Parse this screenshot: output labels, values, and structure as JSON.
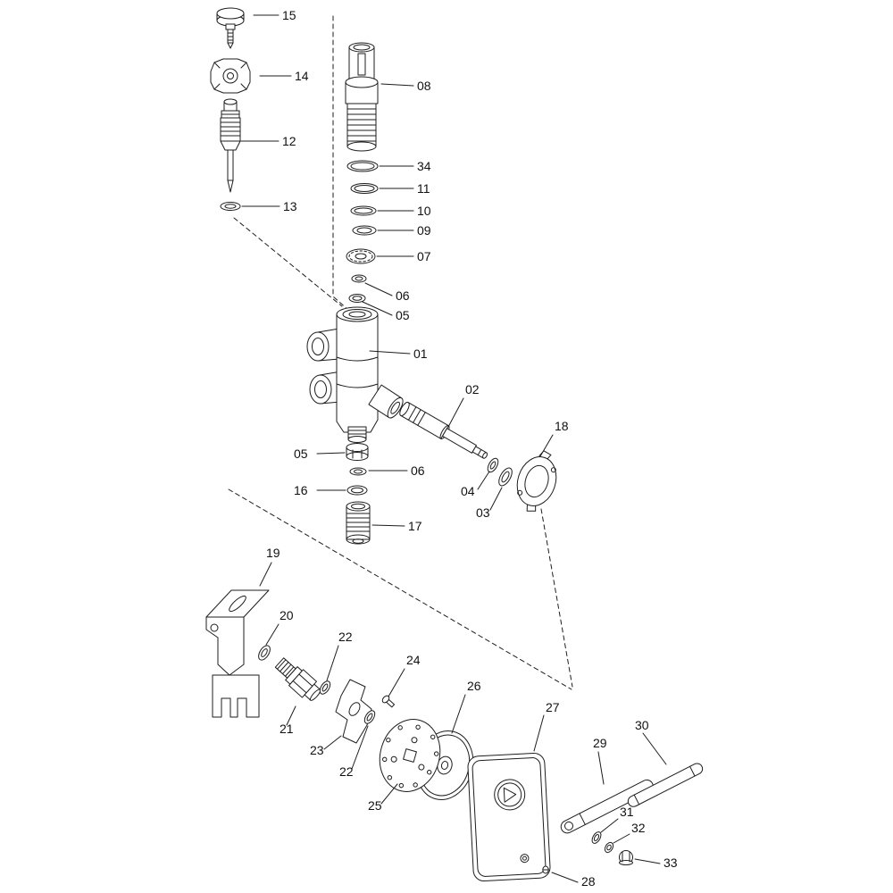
{
  "diagram": {
    "type": "exploded-parts-diagram",
    "background": "#ffffff",
    "line_color": "#1d1d1d",
    "label_font_size": 14
  },
  "callouts": [
    {
      "label": "15",
      "text": [
        316,
        22
      ],
      "leader": [
        284,
        17,
        312,
        17
      ]
    },
    {
      "label": "14",
      "text": [
        330,
        90
      ],
      "leader": [
        291,
        85,
        326,
        85
      ]
    },
    {
      "label": "12",
      "text": [
        316,
        163
      ],
      "leader": [
        270,
        158,
        312,
        158
      ]
    },
    {
      "label": "13",
      "text": [
        317,
        236
      ],
      "leader": [
        271,
        231,
        313,
        231
      ]
    },
    {
      "label": "08",
      "text": [
        467,
        101
      ],
      "leader": [
        427,
        94,
        463,
        96
      ]
    },
    {
      "label": "34",
      "text": [
        467,
        191
      ],
      "leader": [
        425,
        186,
        463,
        186
      ]
    },
    {
      "label": "11",
      "text": [
        467,
        216
      ],
      "leader": [
        425,
        211,
        463,
        211
      ]
    },
    {
      "label": "10",
      "text": [
        467,
        241
      ],
      "leader": [
        423,
        236,
        463,
        236
      ]
    },
    {
      "label": "09",
      "text": [
        467,
        263
      ],
      "leader": [
        423,
        258,
        463,
        258
      ]
    },
    {
      "label": "07",
      "text": [
        467,
        292
      ],
      "leader": [
        422,
        287,
        463,
        287
      ]
    },
    {
      "label": "06",
      "text": [
        443,
        336
      ],
      "leader": [
        409,
        317,
        439,
        331
      ]
    },
    {
      "label": "05",
      "text": [
        443,
        358
      ],
      "leader": [
        406,
        338,
        439,
        353
      ]
    },
    {
      "label": "01",
      "text": [
        463,
        401
      ],
      "leader": [
        414,
        393,
        459,
        396
      ]
    },
    {
      "label": "02",
      "text": [
        521,
        441
      ],
      "leader": [
        502,
        478,
        519,
        446
      ]
    },
    {
      "label": "18",
      "text": [
        621,
        482
      ],
      "leader": [
        605,
        511,
        619,
        487
      ]
    },
    {
      "label": "04",
      "text": [
        516,
        555
      ],
      "leader": [
        548,
        528,
        535,
        548
      ]
    },
    {
      "label": "03",
      "text": [
        533,
        579
      ],
      "leader": [
        562,
        546,
        549,
        571
      ]
    },
    {
      "label": "05",
      "text": [
        329,
        513
      ],
      "leader": [
        355,
        508,
        386,
        507
      ]
    },
    {
      "label": "06",
      "text": [
        460,
        532
      ],
      "leader": [
        413,
        527,
        456,
        527
      ]
    },
    {
      "label": "16",
      "text": [
        329,
        554
      ],
      "leader": [
        355,
        549,
        387,
        549
      ]
    },
    {
      "label": "17",
      "text": [
        457,
        594
      ],
      "leader": [
        417,
        588,
        453,
        589
      ]
    },
    {
      "label": "19",
      "text": [
        298,
        624
      ],
      "leader": [
        291,
        656,
        304,
        630
      ]
    },
    {
      "label": "20",
      "text": [
        313,
        694
      ],
      "leader": [
        298,
        722,
        312,
        699
      ]
    },
    {
      "label": "21",
      "text": [
        313,
        821
      ],
      "leader": [
        331,
        791,
        321,
        812
      ]
    },
    {
      "label": "22",
      "text": [
        379,
        718
      ],
      "leader": [
        366,
        762,
        379,
        723
      ]
    },
    {
      "label": "23",
      "text": [
        347,
        845
      ],
      "leader": [
        382,
        824,
        363,
        839
      ]
    },
    {
      "label": "22",
      "text": [
        380,
        869
      ],
      "leader": [
        412,
        813,
        394,
        861
      ]
    },
    {
      "label": "24",
      "text": [
        455,
        744
      ],
      "leader": [
        435,
        780,
        453,
        749
      ]
    },
    {
      "label": "25",
      "text": [
        412,
        907
      ],
      "leader": [
        445,
        878,
        427,
        900
      ]
    },
    {
      "label": "26",
      "text": [
        523,
        773
      ],
      "leader": [
        506,
        821,
        521,
        778
      ]
    },
    {
      "label": "27",
      "text": [
        611,
        797
      ],
      "leader": [
        598,
        841,
        609,
        801
      ]
    },
    {
      "label": "29",
      "text": [
        664,
        837
      ],
      "leader": [
        676,
        878,
        670,
        842
      ]
    },
    {
      "label": "30",
      "text": [
        711,
        817
      ],
      "leader": [
        746,
        856,
        720,
        821
      ]
    },
    {
      "label": "31",
      "text": [
        694,
        914
      ],
      "leader": [
        673,
        932,
        692,
        917
      ]
    },
    {
      "label": "32",
      "text": [
        707,
        932
      ],
      "leader": [
        687,
        944,
        705,
        934
      ]
    },
    {
      "label": "33",
      "text": [
        743,
        971
      ],
      "leader": [
        711,
        962,
        739,
        967
      ]
    },
    {
      "label": "28",
      "text": [
        651,
        992
      ],
      "leader": [
        618,
        977,
        647,
        988
      ]
    }
  ]
}
